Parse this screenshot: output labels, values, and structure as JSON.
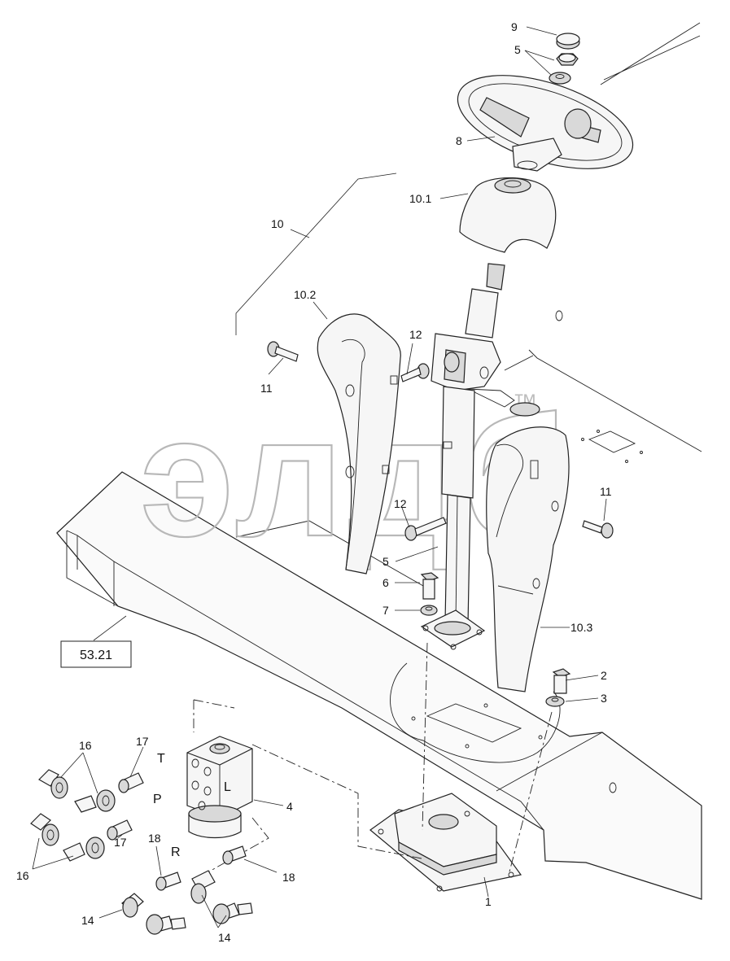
{
  "watermark": {
    "text": "элдб",
    "trademark": "™"
  },
  "reference_box": "53.21",
  "port_letters": {
    "T": "T",
    "P": "P",
    "L": "L",
    "R": "R"
  },
  "callouts": {
    "c9": "9",
    "c5_top": "5",
    "c8": "8",
    "c10_1": "10.1",
    "c10": "10",
    "c10_2": "10.2",
    "c11_left": "11",
    "c12_top": "12",
    "c12_mid": "12",
    "c11_right": "11",
    "c5_mid": "5",
    "c6": "6",
    "c7": "7",
    "c10_3": "10.3",
    "c2": "2",
    "c3": "3",
    "c4": "4",
    "c1": "1",
    "c16_top": "16",
    "c16_bottom": "16",
    "c17_top": "17",
    "c17_bottom": "17",
    "c18_left": "18",
    "c18_right": "18",
    "c14_left": "14",
    "c14_bottom": "14"
  }
}
